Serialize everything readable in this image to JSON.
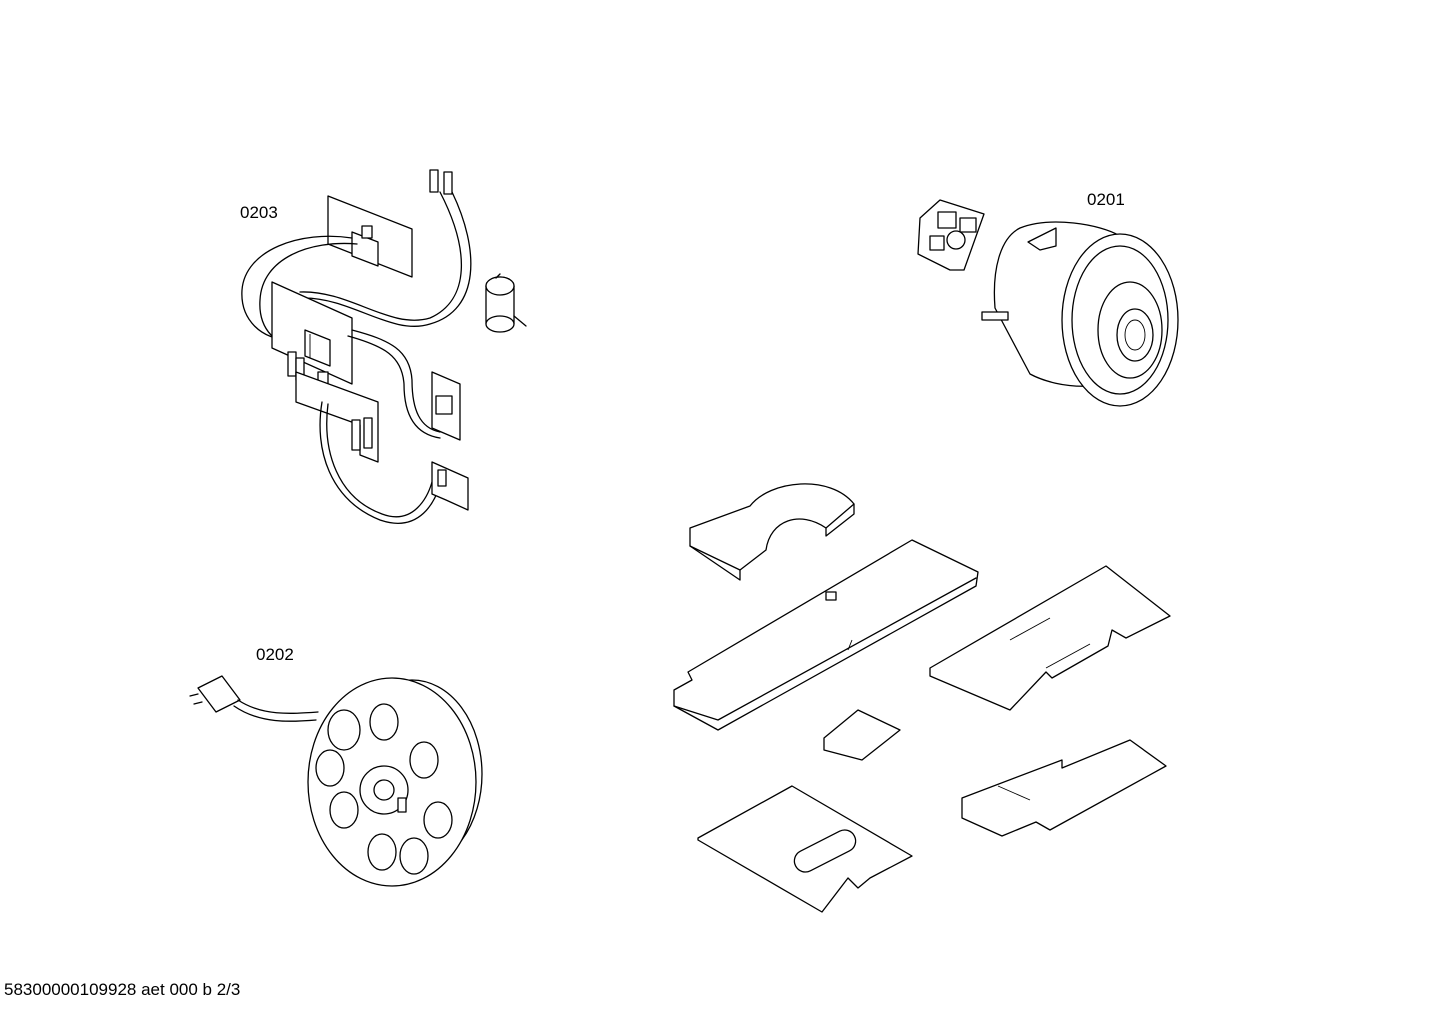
{
  "parts": [
    {
      "id": "0203",
      "label": "0203",
      "name": "wiring harness with circuit boards"
    },
    {
      "id": "0201",
      "label": "0201",
      "name": "motor"
    },
    {
      "id": "0202",
      "label": "0202",
      "name": "cable reel with plug"
    }
  ],
  "footer": "58300000109928 aet 000 b 2/3"
}
